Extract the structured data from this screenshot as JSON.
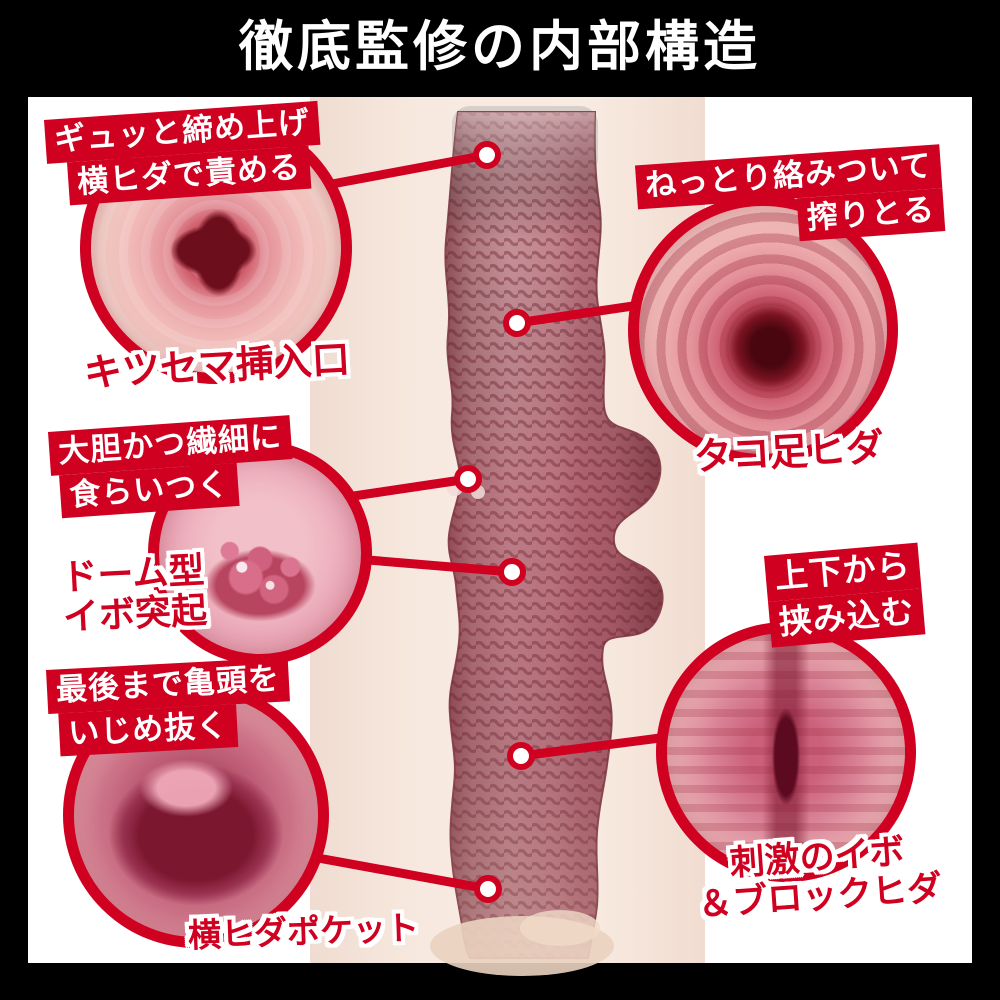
{
  "title": "徹底監修の内部構造",
  "colors": {
    "accent": "#cf0020",
    "bg": "#000000",
    "panel": "#ffffff",
    "skin": "#f5e5dc"
  },
  "callouts": [
    {
      "id": "insertion-entrance",
      "ribbon_lines": [
        "ギュッと締め上げ",
        "横ヒダで責める"
      ],
      "label_lines": [
        "キツセマ挿入口"
      ]
    },
    {
      "id": "octopus-folds",
      "ribbon_lines": [
        "ねっとり絡みついて",
        "搾りとる"
      ],
      "label_lines": [
        "タコ足ヒダ"
      ]
    },
    {
      "id": "dome-bumps",
      "ribbon_lines": [
        "大胆かつ繊細に",
        "食らいつく"
      ],
      "label_lines": [
        "ドーム型",
        "イボ突起"
      ]
    },
    {
      "id": "side-fold-pocket",
      "ribbon_lines": [
        "最後まで亀頭を",
        "いじめ抜く"
      ],
      "label_lines": [
        "横ヒダポケット"
      ]
    },
    {
      "id": "bump-block-folds",
      "ribbon_lines": [
        "上下から",
        "挟み込む"
      ],
      "label_lines": [
        "刺激のイボ",
        "＆ブロックヒダ"
      ]
    }
  ]
}
